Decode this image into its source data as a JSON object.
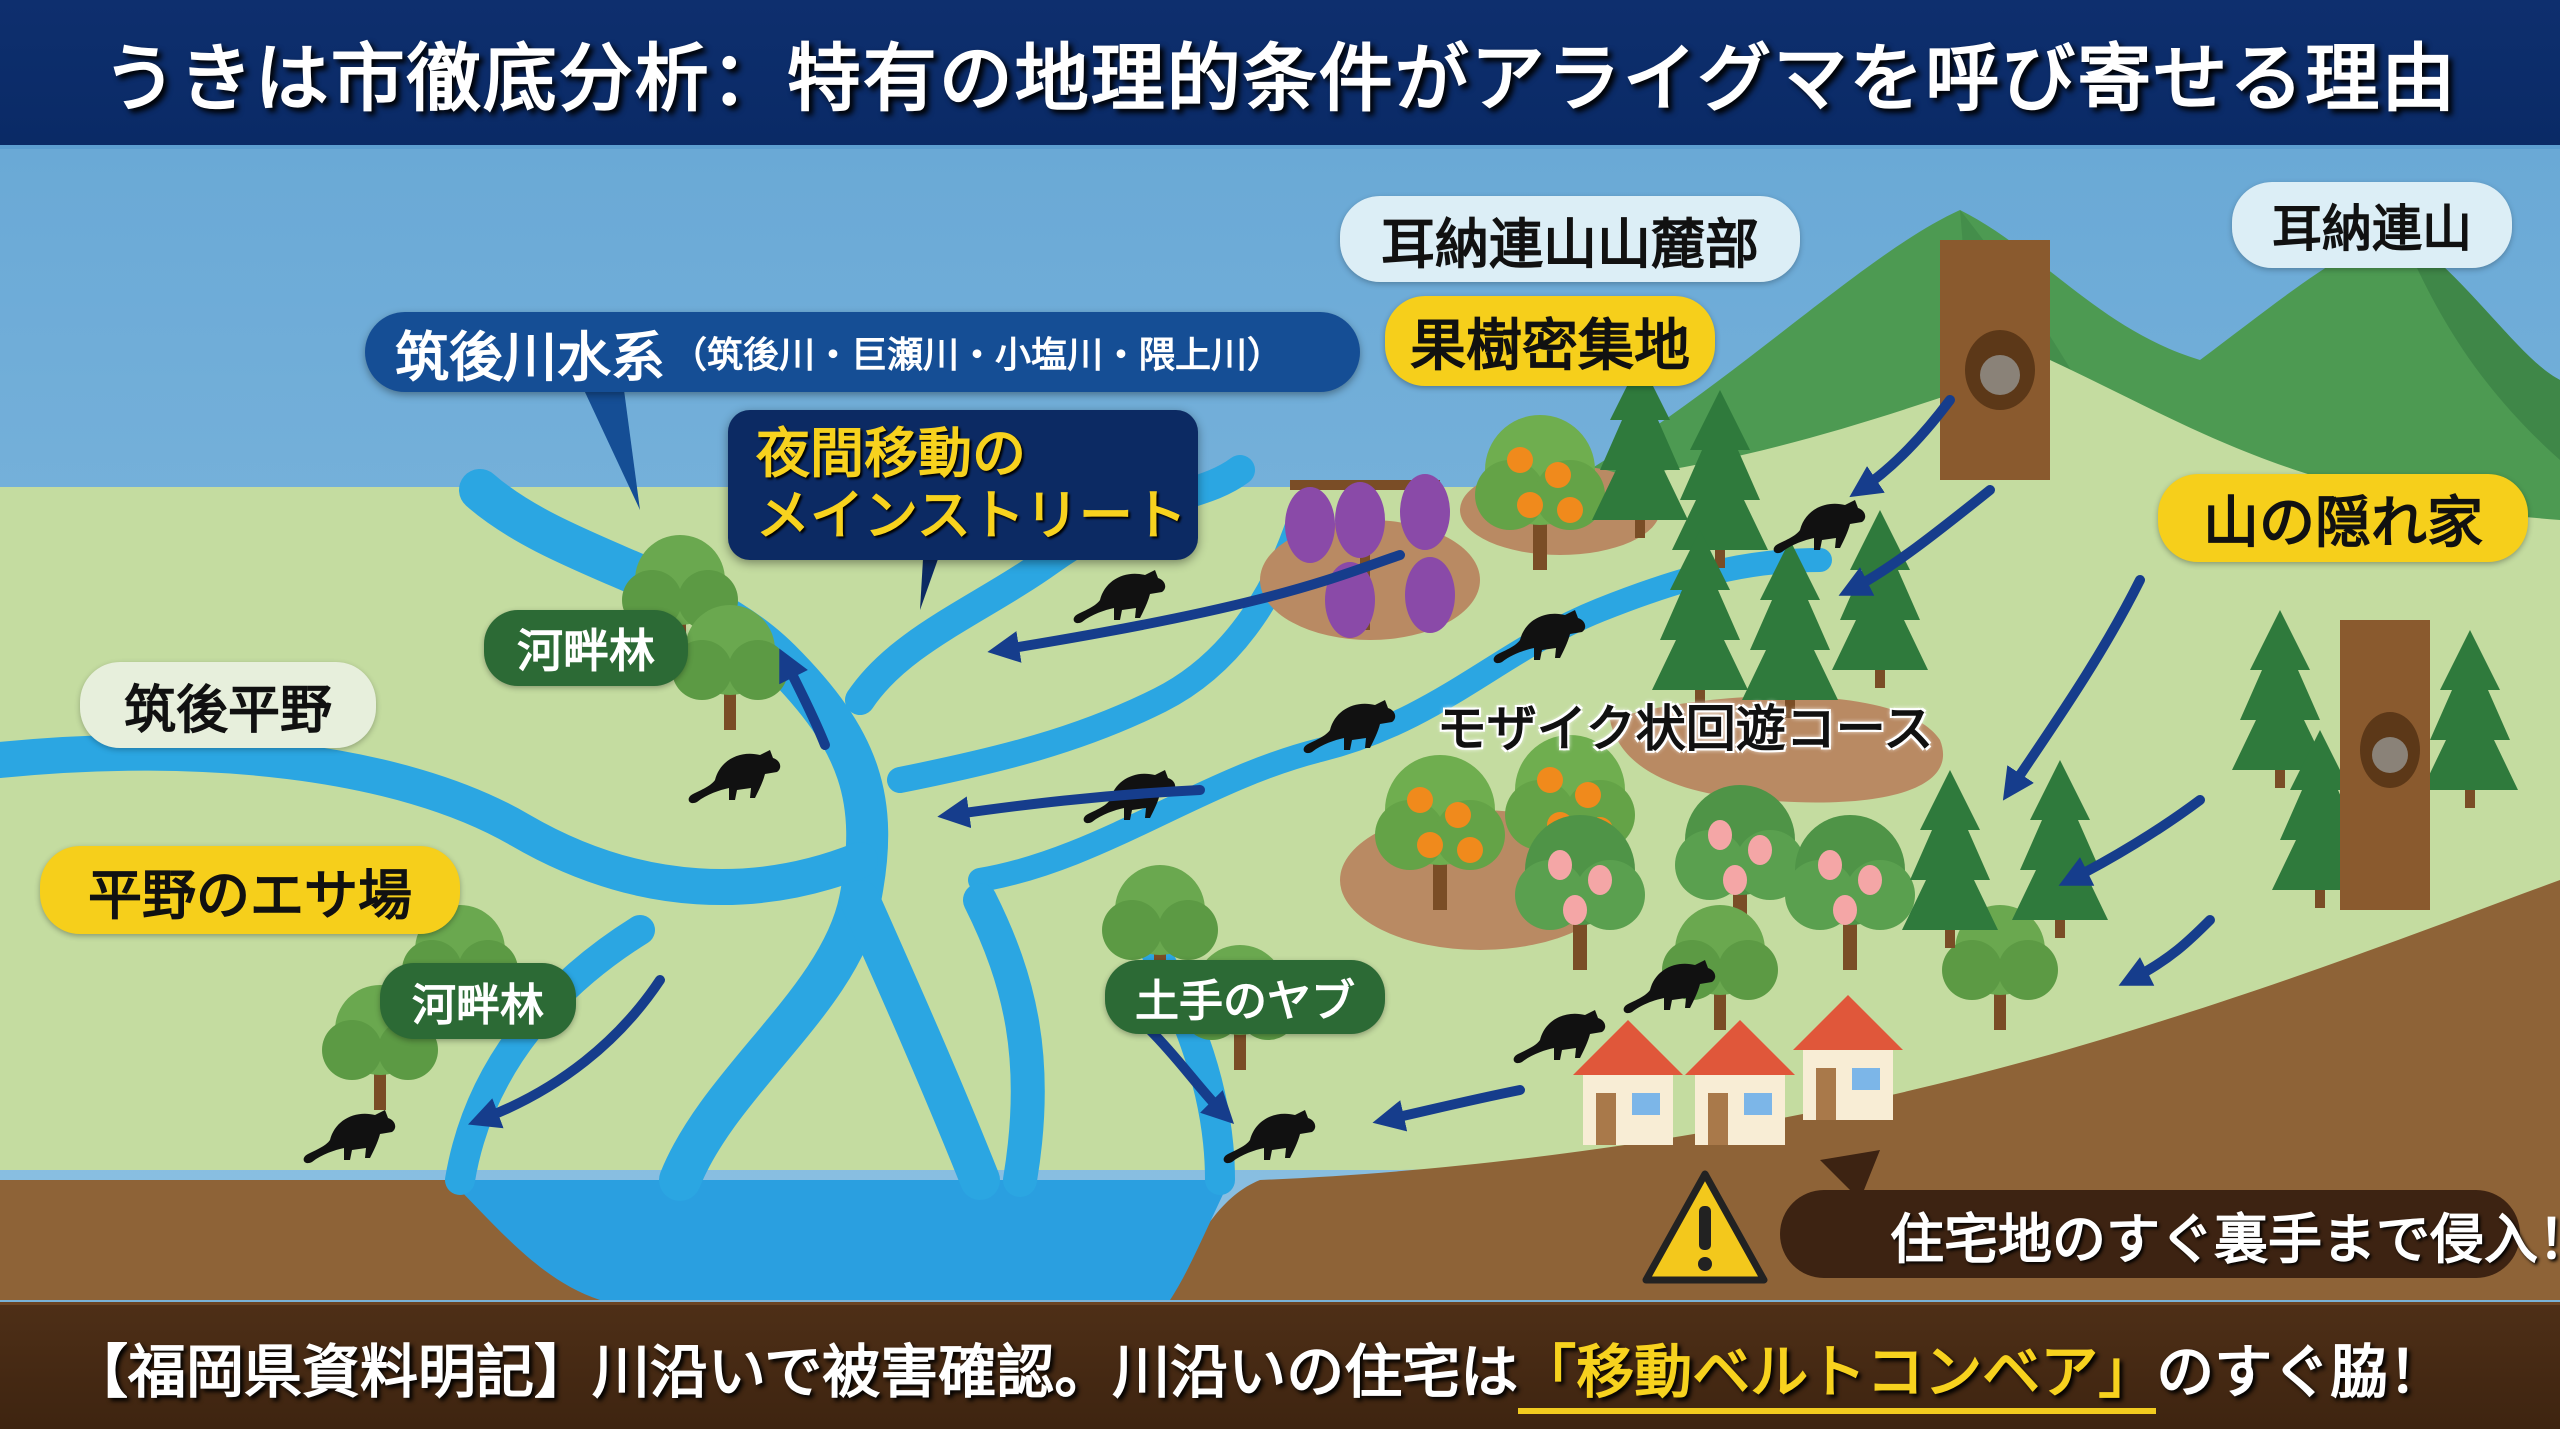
{
  "header": {
    "title": "うきは市徹底分析：特有の地理的条件がアライグマを呼び寄せる理由"
  },
  "labels": {
    "chikugo_river_system": "筑後川水系",
    "chikugo_river_system_sub": "（筑後川・巨瀬川・小塩川・隈上川）",
    "night_route_line1": "夜間移動の",
    "night_route_line2": "メインストリート",
    "minou_foothills": "耳納連山山麓部",
    "orchard_area": "果樹密集地",
    "minou_mountains": "耳納連山",
    "mountain_hideout": "山の隠れ家",
    "chikugo_plain": "筑後平野",
    "riparian_forest_upper": "河畔林",
    "riparian_forest_lower": "河畔林",
    "plain_feeding_ground": "平野のエサ場",
    "mosaic_route": "モザイク状回遊コース",
    "embankment_bush": "土手のヤブ",
    "warning": "住宅地のすぐ裏手まで侵入！"
  },
  "footer": {
    "prefix": "【福岡県資料明記】川沿いで被害確認。川沿いの住宅は",
    "highlight": "「移動ベルトコンベア」",
    "suffix": "のすぐ脇！"
  },
  "icons": {
    "warning": "warning-triangle-icon",
    "raccoon": "raccoon-silhouette-icon",
    "house": "house-icon",
    "arrow": "movement-arrow-icon"
  },
  "colors": {
    "header_bg": "#0a2a66",
    "sky": "#7ab2d8",
    "plain": "#c4dca0",
    "river": "#29a3e0",
    "mountain": "#4d9a52",
    "soil": "#8e6337",
    "footer_bg": "#3e2410",
    "yellow": "#f6cf1b",
    "navy_arrow": "#163d8c"
  }
}
